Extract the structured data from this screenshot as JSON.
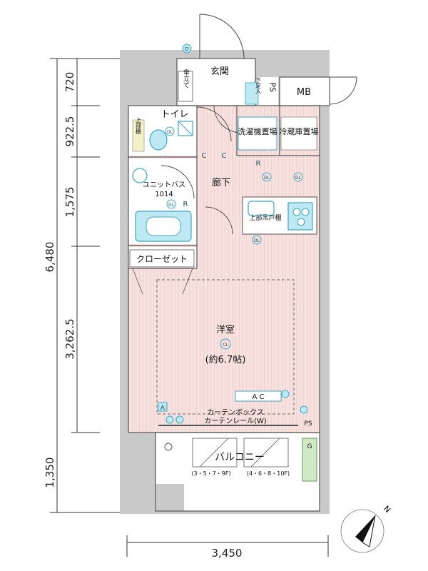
{
  "rooms": {
    "entrance": "玄関",
    "umbrella": "傘立て",
    "shoe": "下足入",
    "ps": "PS",
    "mb": "MB",
    "toilet": "トイレ",
    "upper_cabinet_toilet": "上部棚",
    "washer": "洗濯機置場",
    "fridge": "冷蔵庫置場",
    "corridor": "廊下",
    "bath": "ユニットバス",
    "bath_size": "1014",
    "kitchen_cabinet": "上部吊戸棚",
    "closet": "クローゼット",
    "western_room": "洋室",
    "western_room_size": "(約6.7帖)",
    "ac": "A C",
    "curtain_box": "カーテンボックス",
    "curtain_rail": "カーテンレール(W)",
    "ps2": "PS",
    "balcony": "バルコニー",
    "balcony_left": "(3・5・7・9F)",
    "balcony_right": "(4・6・8・10F)"
  },
  "dimensions": {
    "total_height": "6,480",
    "d1": "720",
    "d2": "922.5",
    "d3": "1,575",
    "d4": "3,262.5",
    "d5": "1,350",
    "width": "3,450"
  },
  "symbols": {
    "dl": "DL",
    "cl": "CL",
    "r": "R",
    "c": "C",
    "d": "D",
    "a": "A",
    "g": "G",
    "north": "N"
  },
  "colors": {
    "floor": "#f3d9d6",
    "wall": "#c8c8c8",
    "fixture": "#39a9c9",
    "balcony_fixture": "#5aa04f"
  }
}
